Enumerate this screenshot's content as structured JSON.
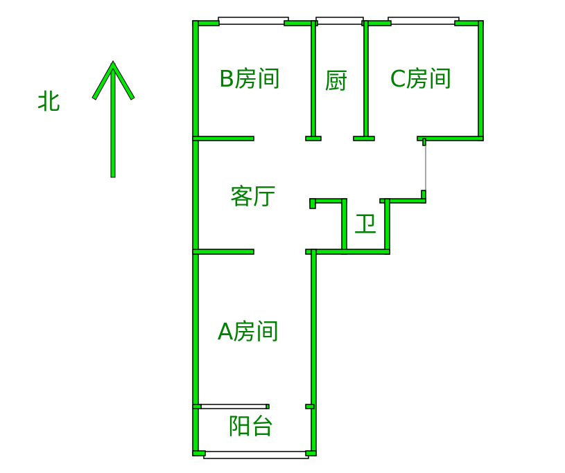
{
  "compass": {
    "label": "北",
    "icon": "north-arrow-icon"
  },
  "rooms": {
    "room_b": "B房间",
    "kitchen": "厨",
    "room_c": "C房间",
    "living": "客厅",
    "bathroom": "卫",
    "room_a": "A房间",
    "balcony": "阳台"
  },
  "colors": {
    "wall": "#00e600",
    "label": "#008000"
  }
}
